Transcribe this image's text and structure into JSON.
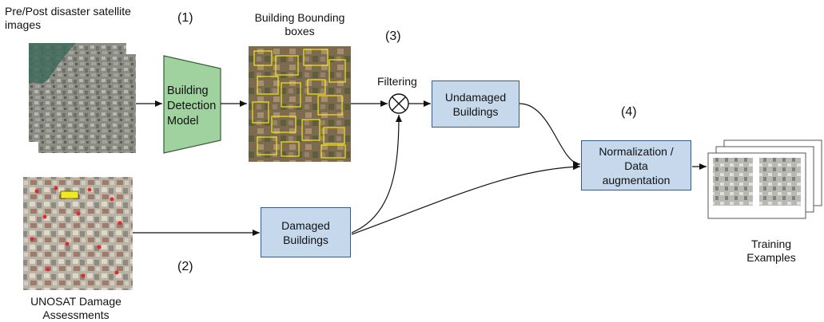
{
  "labels": {
    "sat_images": "Pre/Post disaster satellite\nimages",
    "step1": "(1)",
    "bbox": "Building Bounding\nboxes",
    "step3": "(3)",
    "filtering": "Filtering",
    "step4": "(4)",
    "step2": "(2)",
    "unosat": "UNOSAT Damage\nAssessments",
    "training": "Training\nExamples"
  },
  "boxes": {
    "detection_model": "Building\nDetection\nModel",
    "undamaged": "Undamaged\nBuildings",
    "damaged": "Damaged\nBuildings",
    "normalization": "Normalization /\nData\naugmentation"
  },
  "image_marker": "Marker",
  "colors": {
    "box_fill": "#c6d9ec",
    "box_border": "#3a5a82",
    "trapezoid_fill": "#9fd29f",
    "bbox_yellow": "#f2ea1a",
    "damage_red": "#e32a2a"
  }
}
